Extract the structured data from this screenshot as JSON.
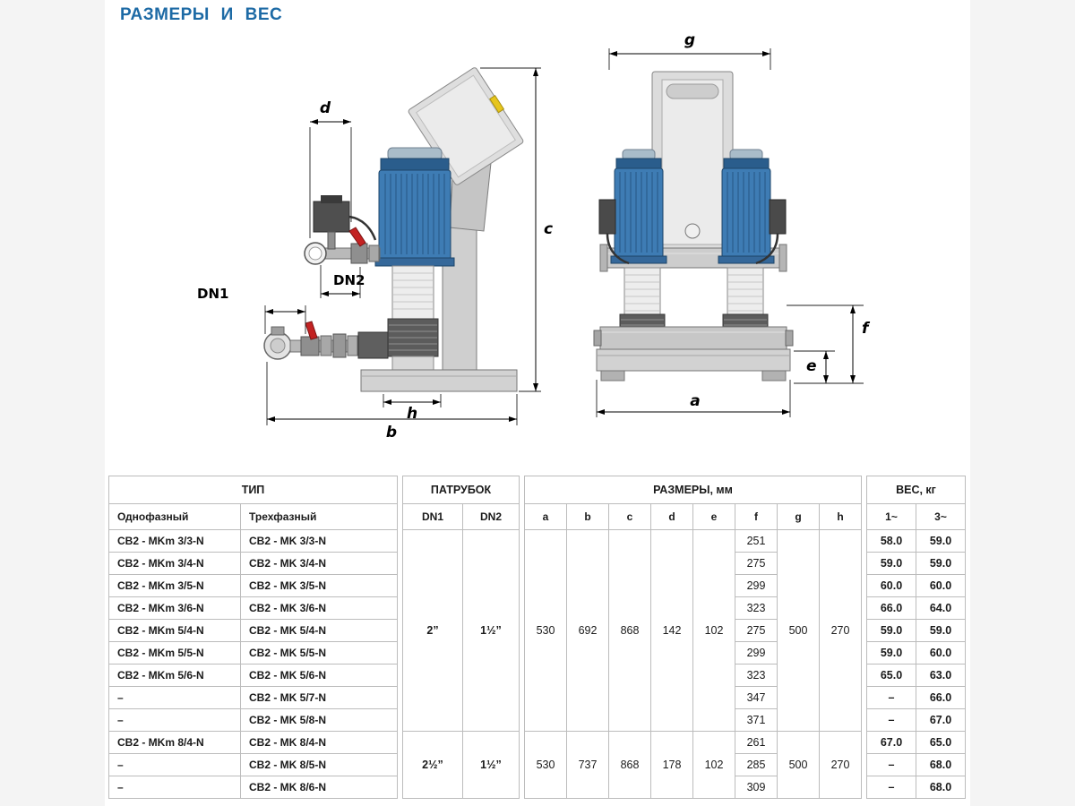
{
  "page": {
    "title": "РАЗМЕРЫ И ВЕС"
  },
  "colors": {
    "title_blue": "#1d6aa5",
    "motor_blue": "#3e7cb4",
    "valve_red": "#c32222",
    "detail_yellow": "#e6c51c",
    "table_border": "#bcbcbc"
  },
  "diagram": {
    "side_view": {
      "d": "d",
      "c": "c",
      "dn1": "DN1",
      "dn2": "DN2",
      "h": "h",
      "b": "b"
    },
    "front_view": {
      "g": "g",
      "f": "f",
      "e": "e",
      "a": "a"
    }
  },
  "table": {
    "header": {
      "type_group": "ТИП",
      "single_phase": "Однофазный",
      "three_phase": "Трехфазный",
      "conn_group": "ПАТРУБОК",
      "dn1": "DN1",
      "dn2": "DN2",
      "dims_group": "РАЗМЕРЫ, мм",
      "dim_cols": [
        "a",
        "b",
        "c",
        "d",
        "e",
        "f",
        "g",
        "h"
      ],
      "weight_group": "ВЕС, кг",
      "w1": "1~",
      "w3": "3~"
    },
    "groups": [
      {
        "dn1": "2”",
        "dn2": "1½”",
        "a": "530",
        "b": "692",
        "c": "868",
        "d": "142",
        "e": "102",
        "g": "500",
        "h": "270"
      },
      {
        "dn1": "2½”",
        "dn2": "1½”",
        "a": "530",
        "b": "737",
        "c": "868",
        "d": "178",
        "e": "102",
        "g": "500",
        "h": "270"
      }
    ],
    "rows": [
      {
        "single": "CB2 - MKm 3/3-N",
        "three": "CB2 - MK 3/3-N",
        "f": "251",
        "w1": "58.0",
        "w3": "59.0"
      },
      {
        "single": "CB2 - MKm 3/4-N",
        "three": "CB2 - MK 3/4-N",
        "f": "275",
        "w1": "59.0",
        "w3": "59.0"
      },
      {
        "single": "CB2 - MKm 3/5-N",
        "three": "CB2 - MK 3/5-N",
        "f": "299",
        "w1": "60.0",
        "w3": "60.0"
      },
      {
        "single": "CB2 - MKm 3/6-N",
        "three": "CB2 - MK 3/6-N",
        "f": "323",
        "w1": "66.0",
        "w3": "64.0"
      },
      {
        "single": "CB2 - MKm 5/4-N",
        "three": "CB2 - MK 5/4-N",
        "f": "275",
        "w1": "59.0",
        "w3": "59.0"
      },
      {
        "single": "CB2 - MKm 5/5-N",
        "three": "CB2 - MK 5/5-N",
        "f": "299",
        "w1": "59.0",
        "w3": "60.0"
      },
      {
        "single": "CB2 - MKm 5/6-N",
        "three": "CB2 - MK 5/6-N",
        "f": "323",
        "w1": "65.0",
        "w3": "63.0"
      },
      {
        "single": "–",
        "three": "CB2 - MK 5/7-N",
        "f": "347",
        "w1": "–",
        "w3": "66.0"
      },
      {
        "single": "–",
        "three": "CB2 - MK 5/8-N",
        "f": "371",
        "w1": "–",
        "w3": "67.0"
      },
      {
        "single": "CB2 - MKm 8/4-N",
        "three": "CB2 - MK 8/4-N",
        "f": "261",
        "w1": "67.0",
        "w3": "65.0"
      },
      {
        "single": "–",
        "three": "CB2 - MK 8/5-N",
        "f": "285",
        "w1": "–",
        "w3": "68.0"
      },
      {
        "single": "–",
        "three": "CB2 - MK 8/6-N",
        "f": "309",
        "w1": "–",
        "w3": "68.0"
      }
    ]
  }
}
